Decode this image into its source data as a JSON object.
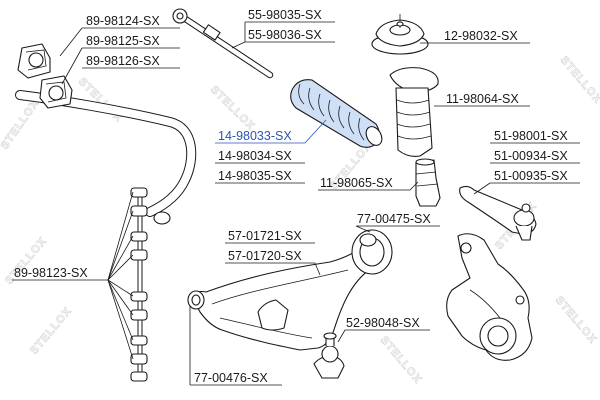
{
  "watermark": {
    "text": "STELLOX",
    "color": "#d6d6d6"
  },
  "colors": {
    "line": "#1a1a1a",
    "highlight": "#2a55b8",
    "boot_fill": "#cfe0f6"
  },
  "labels": {
    "stab_bushing": [
      "89-98124-SX",
      "89-98125-SX",
      "89-98126-SX"
    ],
    "tie_rod_axial": [
      "55-98035-SX",
      "55-98036-SX"
    ],
    "strut_mount": "12-98032-SX",
    "boot_kit": [
      "14-98033-SX",
      "14-98034-SX",
      "14-98035-SX"
    ],
    "dust_cover": "11-98064-SX",
    "bump_stop": "11-98065-SX",
    "tie_rod_end": [
      "51-98001-SX",
      "51-00934-SX",
      "51-00935-SX"
    ],
    "rear_bushing": "77-00475-SX",
    "control_arm": [
      "57-01721-SX",
      "57-01720-SX"
    ],
    "stab_link": "89-98123-SX",
    "ball_joint": "52-98048-SX",
    "front_bushing": "77-00476-SX"
  },
  "icons": [
    "stabilizer-bar-icon",
    "tie-rod-icon",
    "strut-mount-icon",
    "steering-boot-icon",
    "dust-cover-icon",
    "bump-stop-icon",
    "tie-rod-end-icon",
    "control-arm-icon",
    "stabilizer-link-icon",
    "ball-joint-icon",
    "steering-knuckle-icon"
  ]
}
